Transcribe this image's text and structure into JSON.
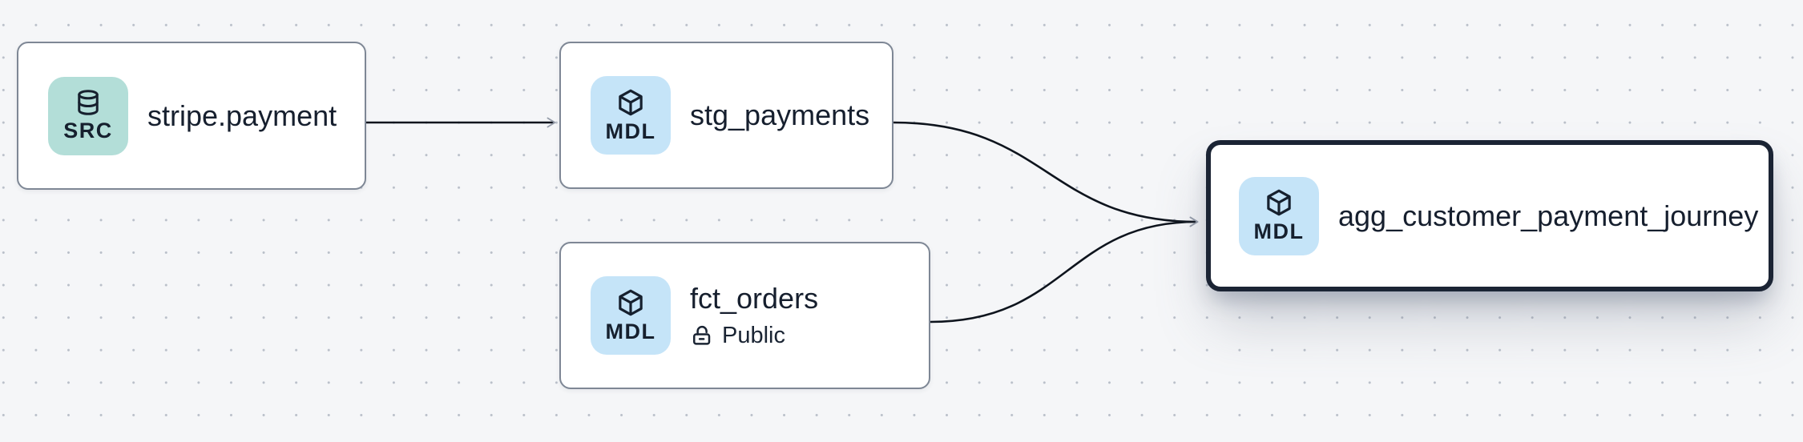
{
  "canvas": {
    "background_color": "#f5f6f8",
    "dot_color": "#b9bfc9",
    "edge_color": "#0e141d",
    "arrowhead_color": "#979eab",
    "node_border_color": "#7e8795",
    "selected_node_border_color": "#1b2434",
    "badge_colors": {
      "source": "#b3ded8",
      "model": "#c5e4f8"
    }
  },
  "nodes": [
    {
      "id": "stripe.payment",
      "title": "stripe.payment",
      "badge": {
        "label": "SRC",
        "icon": "database-icon",
        "color": "#b3ded8"
      },
      "selected": false
    },
    {
      "id": "stg_payments",
      "title": "stg_payments",
      "badge": {
        "label": "MDL",
        "icon": "cube-icon",
        "color": "#c5e4f8"
      },
      "selected": false
    },
    {
      "id": "fct_orders",
      "title": "fct_orders",
      "access": {
        "icon": "unlock-icon",
        "label": "Public"
      },
      "badge": {
        "label": "MDL",
        "icon": "cube-icon",
        "color": "#c5e4f8"
      },
      "selected": false
    },
    {
      "id": "agg_customer_payment_journey",
      "title": "agg_customer_payment_journey",
      "badge": {
        "label": "MDL",
        "icon": "cube-icon",
        "color": "#c5e4f8"
      },
      "selected": true
    }
  ],
  "edges": [
    {
      "source": "stripe.payment",
      "target": "stg_payments"
    },
    {
      "source": "stg_payments",
      "target": "agg_customer_payment_journey"
    },
    {
      "source": "fct_orders",
      "target": "agg_customer_payment_journey"
    }
  ]
}
